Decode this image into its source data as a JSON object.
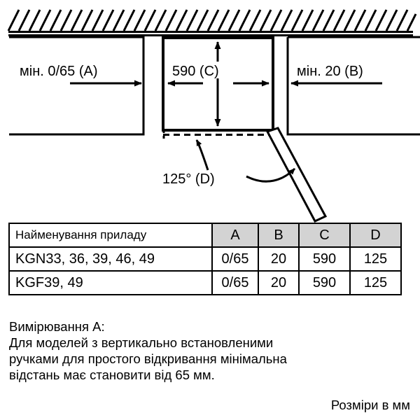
{
  "diagram": {
    "left_gap_label": "мін. 0/65 (A)",
    "center_depth_label": "590 (C)",
    "right_gap_label": "мін. 20 (B)",
    "door_angle_label": "125° (D)"
  },
  "table": {
    "headers": {
      "name": "Найменування приладу",
      "a": "A",
      "b": "B",
      "c": "C",
      "d": "D"
    },
    "rows": [
      {
        "model": "KGN33, 36, 39, 46, 49",
        "a": "0/65",
        "b": "20",
        "c": "590",
        "d": "125"
      },
      {
        "model": "KGF39, 49",
        "a": "0/65",
        "b": "20",
        "c": "590",
        "d": "125"
      }
    ],
    "header_fill": "#d3d3d3"
  },
  "notes": {
    "line1": "Вимірювання A:",
    "line2": "Для моделей з вертикально встановленими",
    "line3": "ручками для простого відкривання мінімальна",
    "line4": "відстань має становити від 65 мм.",
    "unit_note": "Розміри в мм"
  }
}
